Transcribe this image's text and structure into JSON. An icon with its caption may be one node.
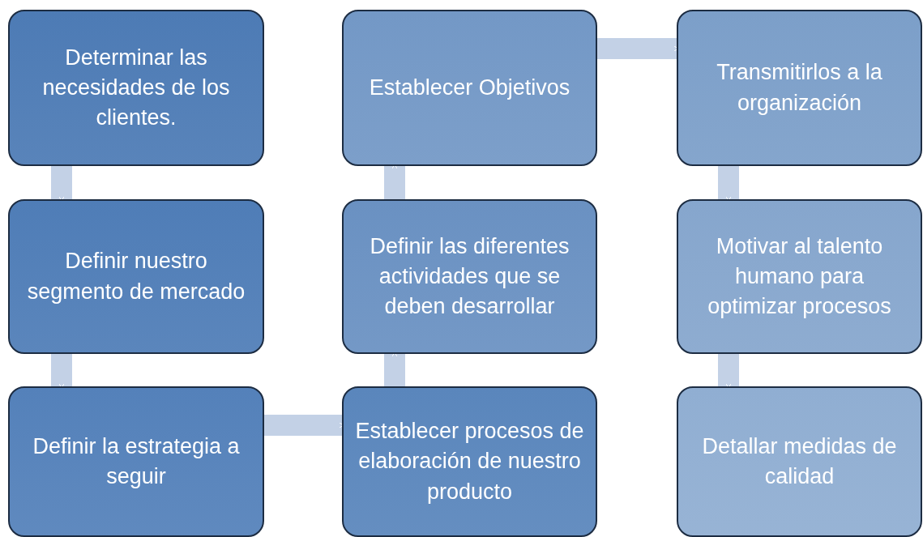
{
  "diagram": {
    "nodes": [
      {
        "text": [
          "Determinar las necesidades de los clientes."
        ]
      },
      {
        "text": [
          "Definir nuestro segmento de mercado"
        ]
      },
      {
        "text": [
          "Definir la estrategia a seguir"
        ]
      },
      {
        "text": [
          "Establecer procesos de elaboración de nuestro producto"
        ]
      },
      {
        "text": [
          "Definir las diferentes actividades que se deben desarrollar"
        ]
      },
      {
        "text": [
          "Establecer Objetivos"
        ]
      },
      {
        "text": [
          "Transmitirlos a la organización"
        ]
      },
      {
        "text": [
          "Motivar al talento humano para optimizar procesos"
        ]
      },
      {
        "text": [
          "Detallar medidas de calidad"
        ]
      }
    ],
    "edges": [
      {
        "from": 0,
        "to": 1,
        "arrow": "to"
      },
      {
        "from": 1,
        "to": 2,
        "arrow": "to"
      },
      {
        "from": 2,
        "to": 3,
        "arrow": "to"
      },
      {
        "from": 3,
        "to": 4,
        "arrow": "to"
      },
      {
        "from": 4,
        "to": 5,
        "arrow": "to"
      },
      {
        "from": 5,
        "to": 6,
        "arrow": "to"
      },
      {
        "from": 6,
        "to": 7,
        "arrow": "to"
      },
      {
        "from": 7,
        "to": 8,
        "arrow": "to"
      }
    ]
  }
}
